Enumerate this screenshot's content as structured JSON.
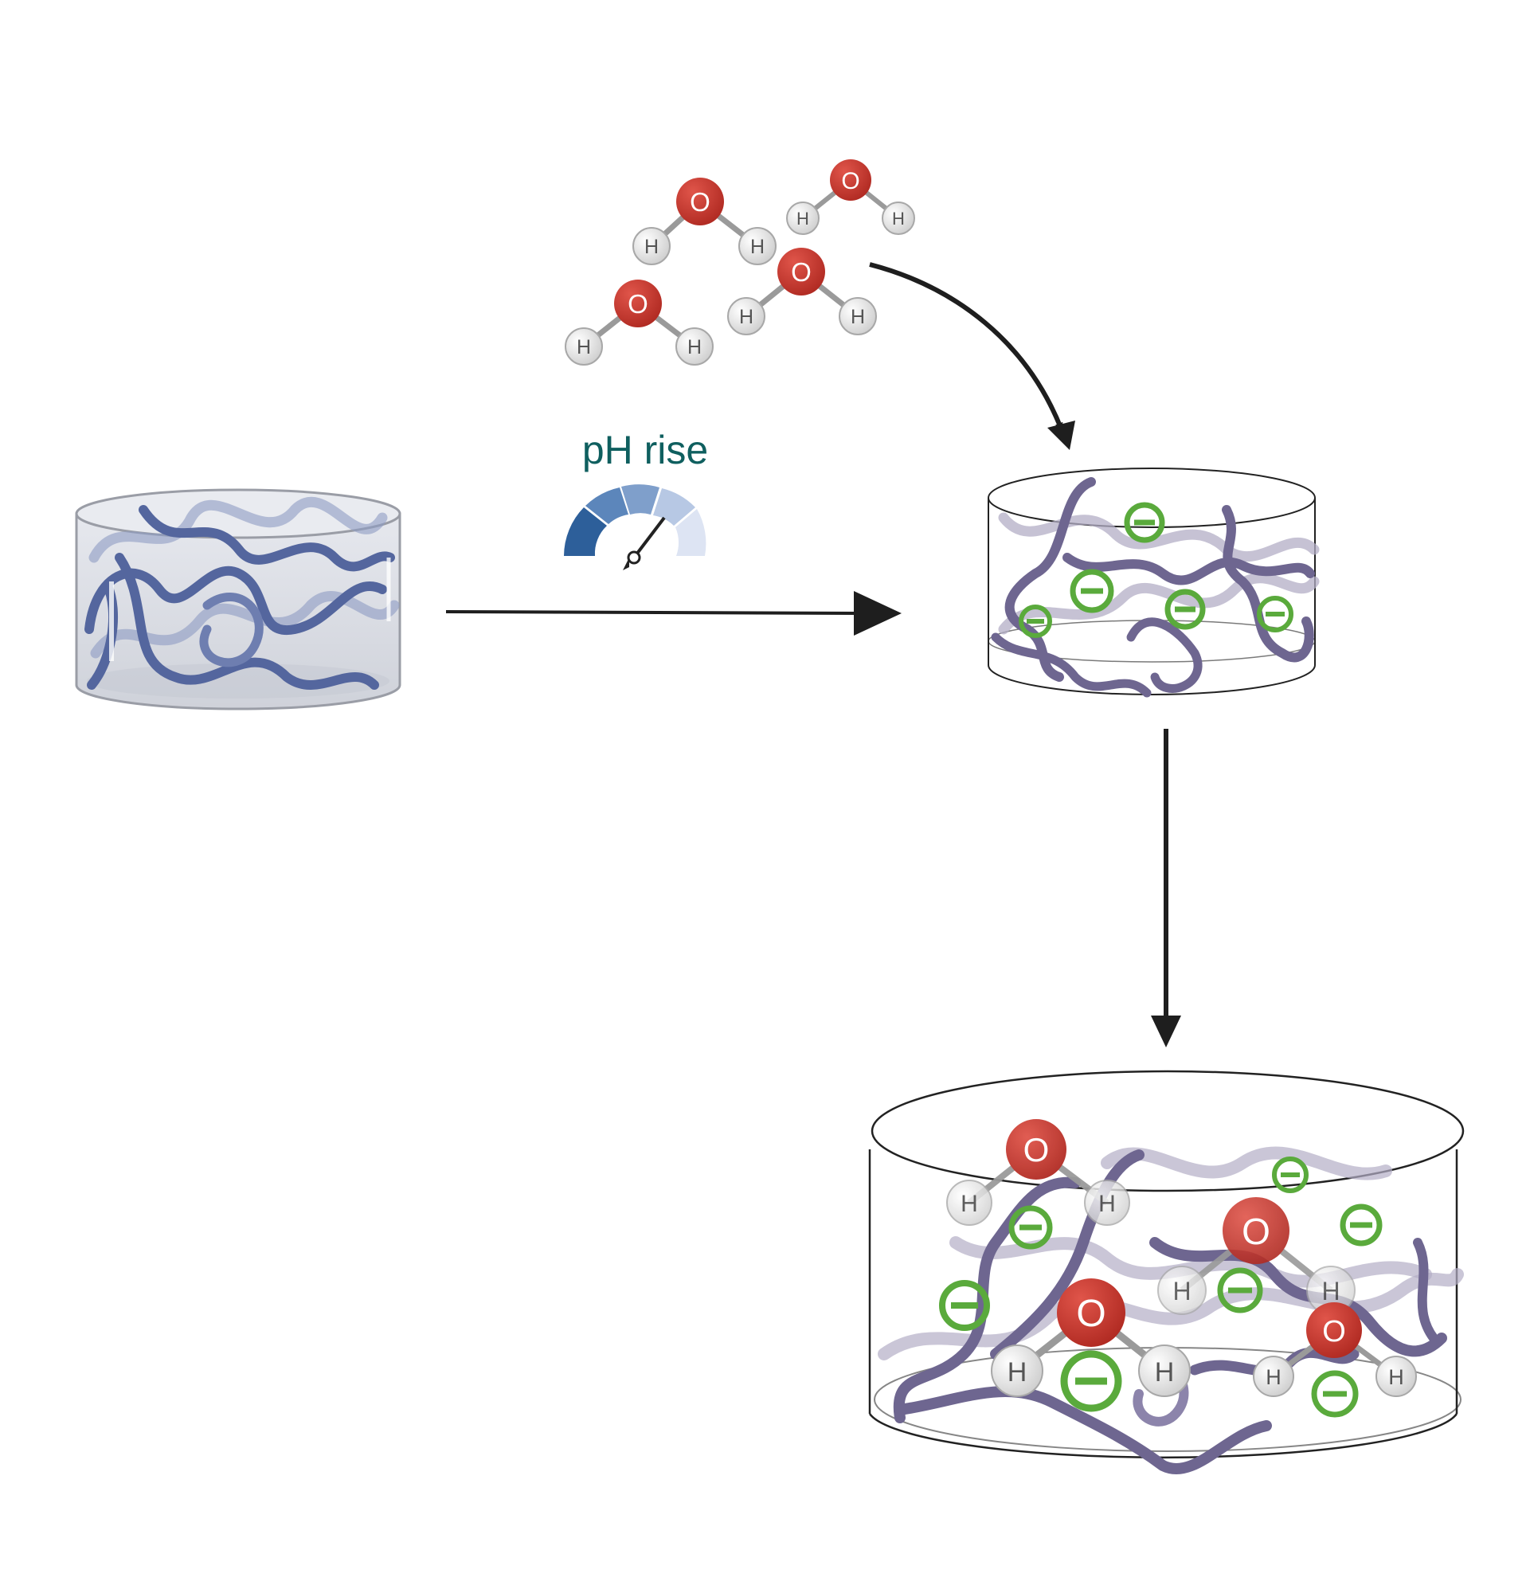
{
  "colors": {
    "background": "#ffffff",
    "label_teal": "#0f5f5f",
    "oxygen_red": "#c2332a",
    "hydrogen_grey": "#dedede",
    "polymer_blue": "#54669e",
    "polymer_purple": "#6e6690",
    "charge_green": "#5aaa3c",
    "arrow_dark": "#1e1e1e",
    "gauge": [
      "#2d5f9a",
      "#5c86bb",
      "#8aa8d0",
      "#b7c8e4",
      "#dde4f3"
    ]
  },
  "labels": {
    "ph_rise": "pH rise"
  },
  "atoms": {
    "oxygen": "O",
    "hydrogen": "H"
  },
  "charge_symbol": "minus-sign",
  "stages": [
    {
      "name": "dry-network",
      "state": "collapsed polymer network"
    },
    {
      "name": "ionized-network",
      "state": "negatively charged polymer network"
    },
    {
      "name": "swollen-hydrogel",
      "state": "charged network with absorbed water"
    }
  ],
  "icons": [
    "water-molecule-icon",
    "ph-gauge-icon",
    "negative-charge-icon",
    "arrow-icon"
  ]
}
